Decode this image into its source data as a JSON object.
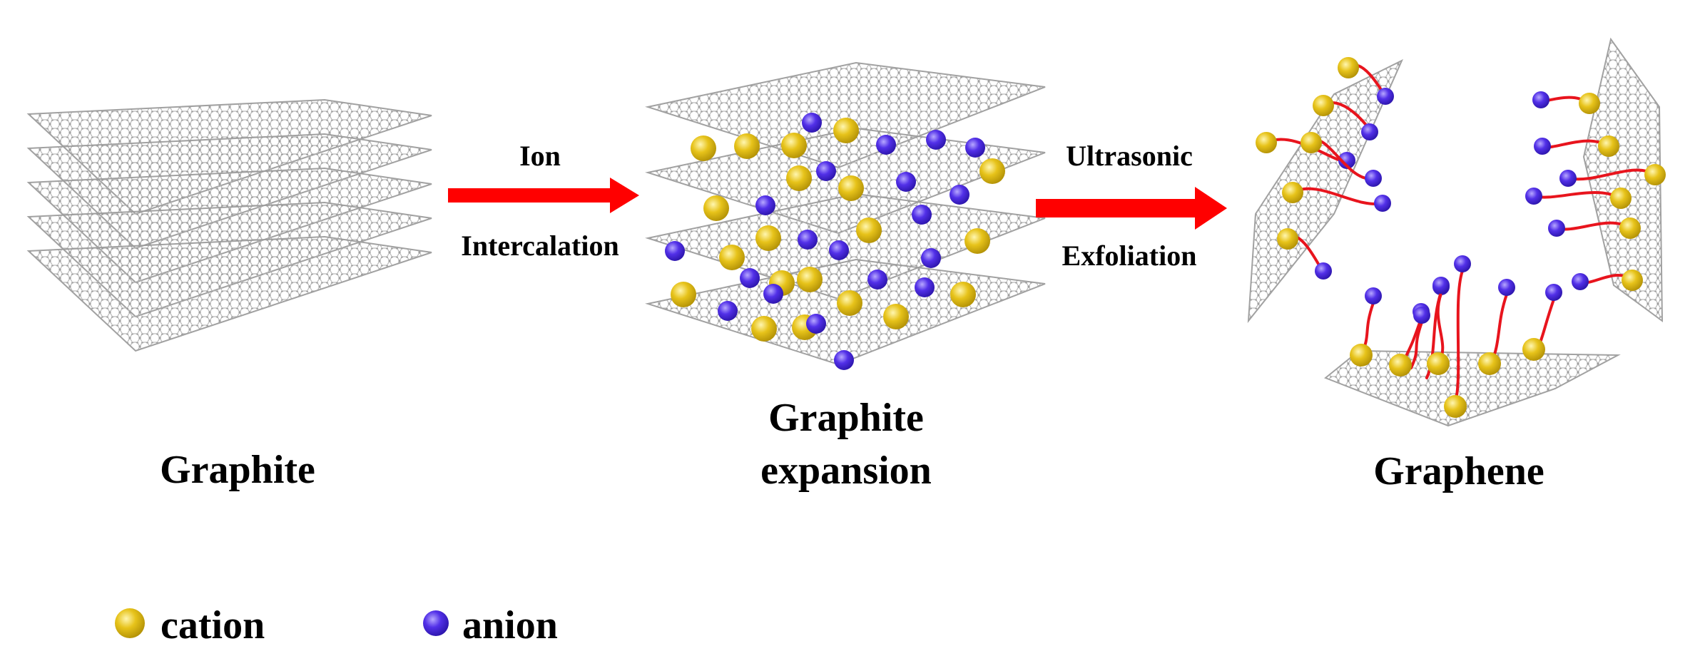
{
  "stages": [
    {
      "id": "graphite",
      "label_lines": [
        "Graphite"
      ]
    },
    {
      "id": "expansion",
      "label_lines": [
        "Graphite",
        "expansion"
      ]
    },
    {
      "id": "graphene",
      "label_lines": [
        "Graphene"
      ]
    }
  ],
  "arrows": [
    {
      "id": "intercalation",
      "top_text": "Ion",
      "bottom_text": "Intercalation"
    },
    {
      "id": "exfoliation",
      "top_text": "Ultrasonic",
      "bottom_text": "Exfoliation"
    }
  ],
  "legend": [
    {
      "id": "cation",
      "label": "cation",
      "color": "#e7c31a"
    },
    {
      "id": "anion",
      "label": "anion",
      "color": "#5230e8"
    }
  ],
  "colors": {
    "arrow": "#ff0000",
    "surfactant_chain": "#e8141d",
    "carbon_sheet": "#a8a8a8"
  }
}
